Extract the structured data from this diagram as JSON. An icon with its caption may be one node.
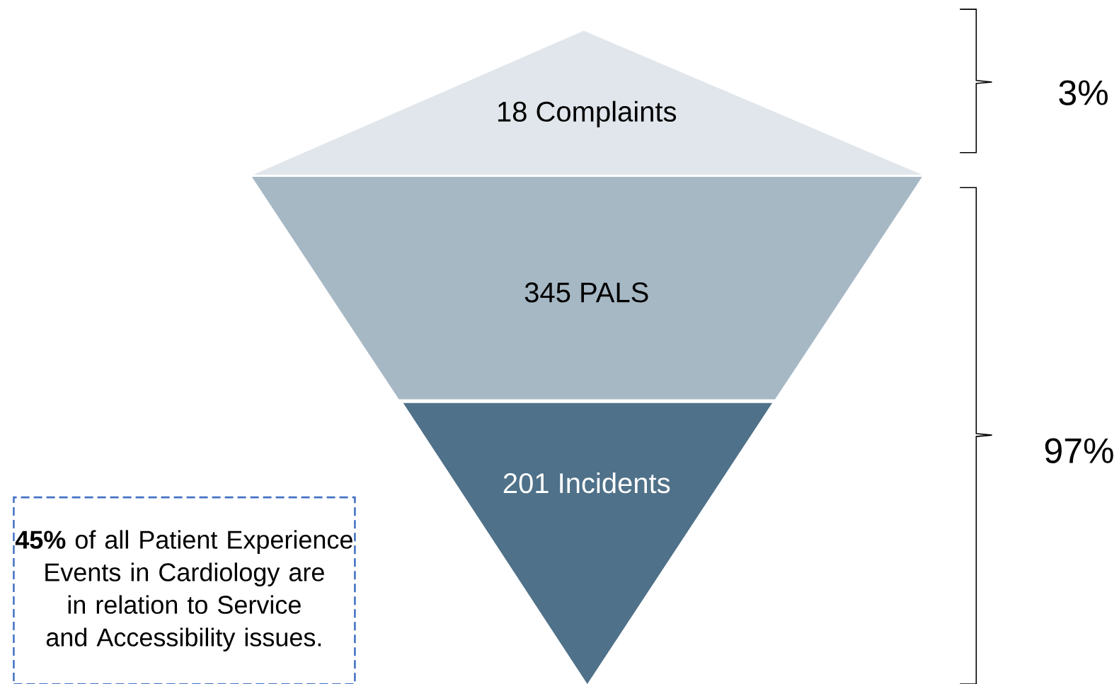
{
  "diagram": {
    "nodes": [
      {
        "text": [
          "18 Complaints"
        ]
      },
      {
        "text": [
          "345 PALS"
        ]
      },
      {
        "text": [
          "201 Incidents"
        ]
      },
      {
        "text": [
          "**45%** of all Patient Experience Events in Cardiology are in relation to Service and Accessibility issues."
        ]
      }
    ],
    "labels": [
      "3%",
      "97%"
    ]
  }
}
